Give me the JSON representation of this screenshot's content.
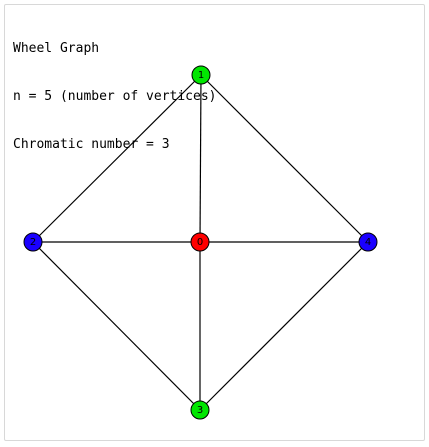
{
  "info": {
    "title": "Wheel Graph",
    "vertices_line": "n = 5 (number of vertices)",
    "chromatic_line": "Chromatic number = 3"
  },
  "graph": {
    "vertices": [
      {
        "id": "0",
        "label": "0",
        "color": "#ff0000"
      },
      {
        "id": "1",
        "label": "1",
        "color": "#00e600"
      },
      {
        "id": "2",
        "label": "2",
        "color": "#1a00ff"
      },
      {
        "id": "3",
        "label": "3",
        "color": "#00e600"
      },
      {
        "id": "4",
        "label": "4",
        "color": "#1a00ff"
      }
    ],
    "edges": [
      [
        "0",
        "1"
      ],
      [
        "0",
        "2"
      ],
      [
        "0",
        "3"
      ],
      [
        "0",
        "4"
      ],
      [
        "1",
        "2"
      ],
      [
        "2",
        "3"
      ],
      [
        "3",
        "4"
      ],
      [
        "4",
        "1"
      ]
    ]
  }
}
